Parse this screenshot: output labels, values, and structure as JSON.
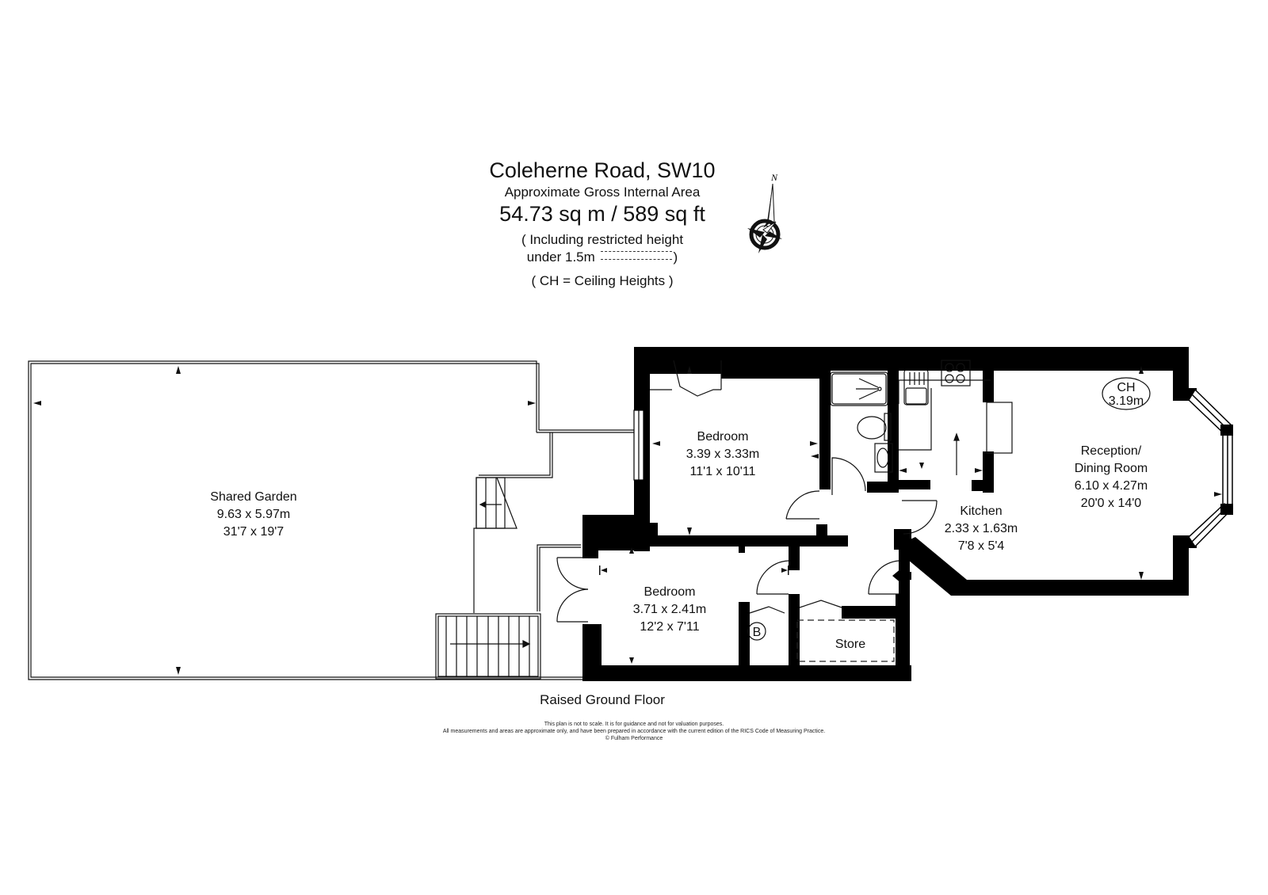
{
  "header": {
    "title": "Coleherne Road, SW10",
    "subtitle": "Approximate Gross Internal Area",
    "area": "54.73 sq m  /  589 sq ft",
    "restricted_line1": "( Including restricted height",
    "restricted_line2_prefix": "under 1.5m",
    "restricted_line2_suffix": ")",
    "ceiling_note": "( CH = Ceiling Heights )"
  },
  "compass": {
    "north_label": "N",
    "icon": "compass-rose-icon"
  },
  "rooms": {
    "garden": {
      "name": "Shared Garden",
      "metric": "9.63 x 5.97m",
      "imperial": "31'7 x 19'7"
    },
    "bedroom1": {
      "name": "Bedroom",
      "metric": "3.39 x 3.33m",
      "imperial": "11'1 x 10'11"
    },
    "bedroom2": {
      "name": "Bedroom",
      "metric": "3.71 x 2.41m",
      "imperial": "12'2 x 7'11"
    },
    "kitchen": {
      "name": "Kitchen",
      "metric": "2.33 x 1.63m",
      "imperial": "7'8 x 5'4"
    },
    "reception": {
      "name_line1": "Reception/",
      "name_line2": "Dining Room",
      "metric": "6.10 x 4.27m",
      "imperial": "20'0 x 14'0"
    },
    "store": {
      "name": "Store"
    },
    "boiler": {
      "label": "B"
    }
  },
  "ceiling_height": {
    "label": "CH",
    "value": "3.19m"
  },
  "floor_label": "Raised Ground Floor",
  "disclaimer": {
    "line1": "This plan is not to scale. It is for guidance and not for valuation purposes.",
    "line2": "All measurements and areas are approximate only, and have been prepared in accordance with the current edition of the RICS Code of Measuring Practice.",
    "line3": "© Fulham Performance"
  },
  "colors": {
    "wall": "#000000",
    "background": "#ffffff",
    "line": "#111111"
  }
}
